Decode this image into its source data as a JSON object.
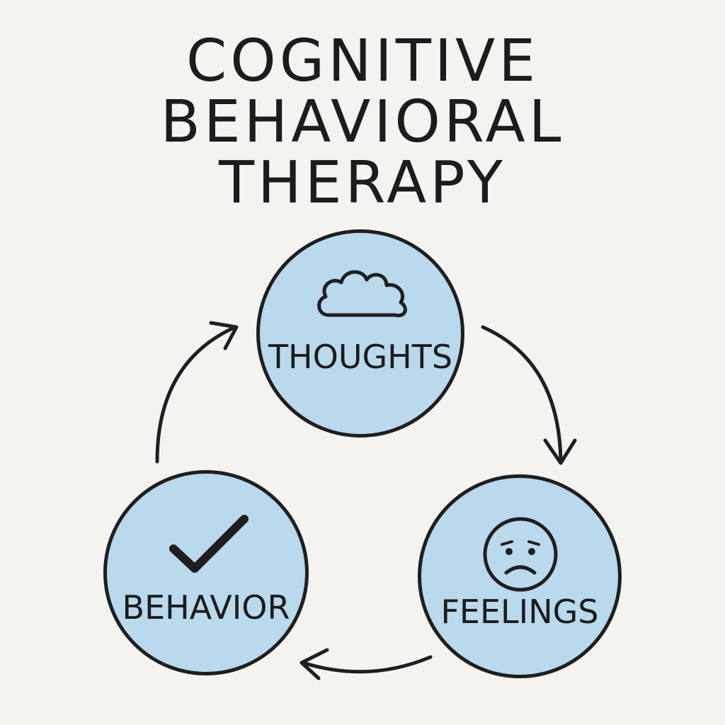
{
  "title": {
    "line1": "COGNITIVE",
    "line2": "BEHAVIORAL",
    "line3": "THERAPY"
  },
  "nodes": {
    "thoughts": {
      "label": "THOUGHTS",
      "icon": "cloud-icon"
    },
    "feelings": {
      "label": "FEELINGS",
      "icon": "sad-face-icon"
    },
    "behavior": {
      "label": "BEHAVIOR",
      "icon": "checkmark-icon"
    }
  },
  "colors": {
    "background": "#f4f3ef",
    "node_fill": "#b9d9ec",
    "stroke": "#1f1f1f"
  }
}
